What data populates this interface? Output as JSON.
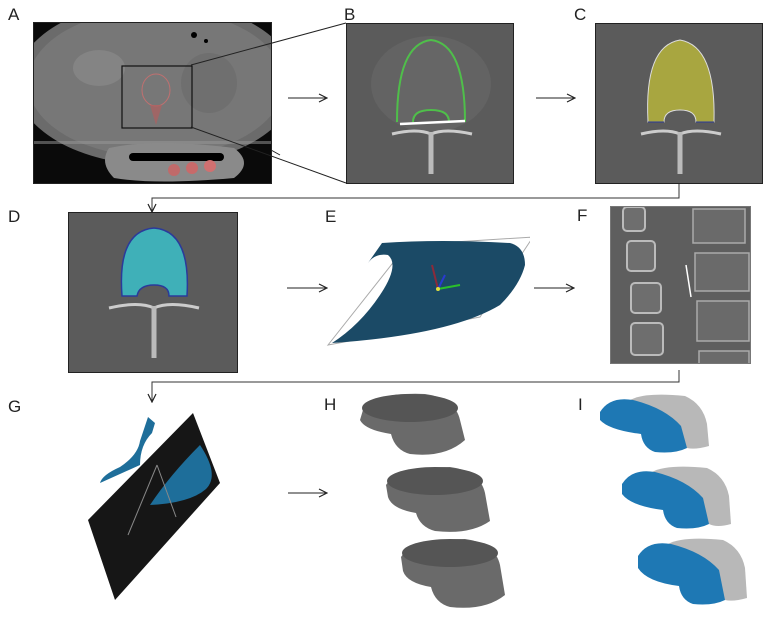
{
  "figure": {
    "panels": [
      {
        "id": "A",
        "label": "A",
        "content": "Axial CT slice of abdomen with vertebra highlighted (red overlay) and zoom box"
      },
      {
        "id": "B",
        "label": "B",
        "content": "Zoomed vertebra with green contour and white baseline"
      },
      {
        "id": "C",
        "label": "C",
        "content": "Vertebral body segmented with yellow fill"
      },
      {
        "id": "D",
        "label": "D",
        "content": "Vertebral body segmented with cyan fill and blue outline"
      },
      {
        "id": "E",
        "label": "E",
        "content": "3D plane with dark blue vertebral cross-section and RGB axes"
      },
      {
        "id": "F",
        "label": "F",
        "content": "Sagittal CT of lumbar spine with white measurement line"
      },
      {
        "id": "G",
        "label": "G",
        "content": "Black cutting plane intersecting blue vertebral surface"
      },
      {
        "id": "H",
        "label": "H",
        "content": "Three gray 3D vertebral body meshes"
      },
      {
        "id": "I",
        "label": "I",
        "content": "Three vertebral body meshes split into blue and gray parts"
      }
    ],
    "arrows": [
      {
        "from": "A",
        "to": "B"
      },
      {
        "from": "B",
        "to": "C"
      },
      {
        "from": "C",
        "to": "D"
      },
      {
        "from": "D",
        "to": "E"
      },
      {
        "from": "E",
        "to": "F"
      },
      {
        "from": "F",
        "to": "G"
      },
      {
        "from": "G",
        "to": "H"
      }
    ],
    "colors": {
      "contour_green": "#4fbf4a",
      "seg_yellow": "#a8a640",
      "seg_cyan": "#3fb0b8",
      "seg_outline_blue": "#2b3a9a",
      "plane_blue": "#1b4a66",
      "mesh_gray": "#6a6a6a",
      "mesh_blue": "#1e78b4",
      "plane_black": "#161616",
      "ct_gray": "#5a5a5a"
    }
  }
}
